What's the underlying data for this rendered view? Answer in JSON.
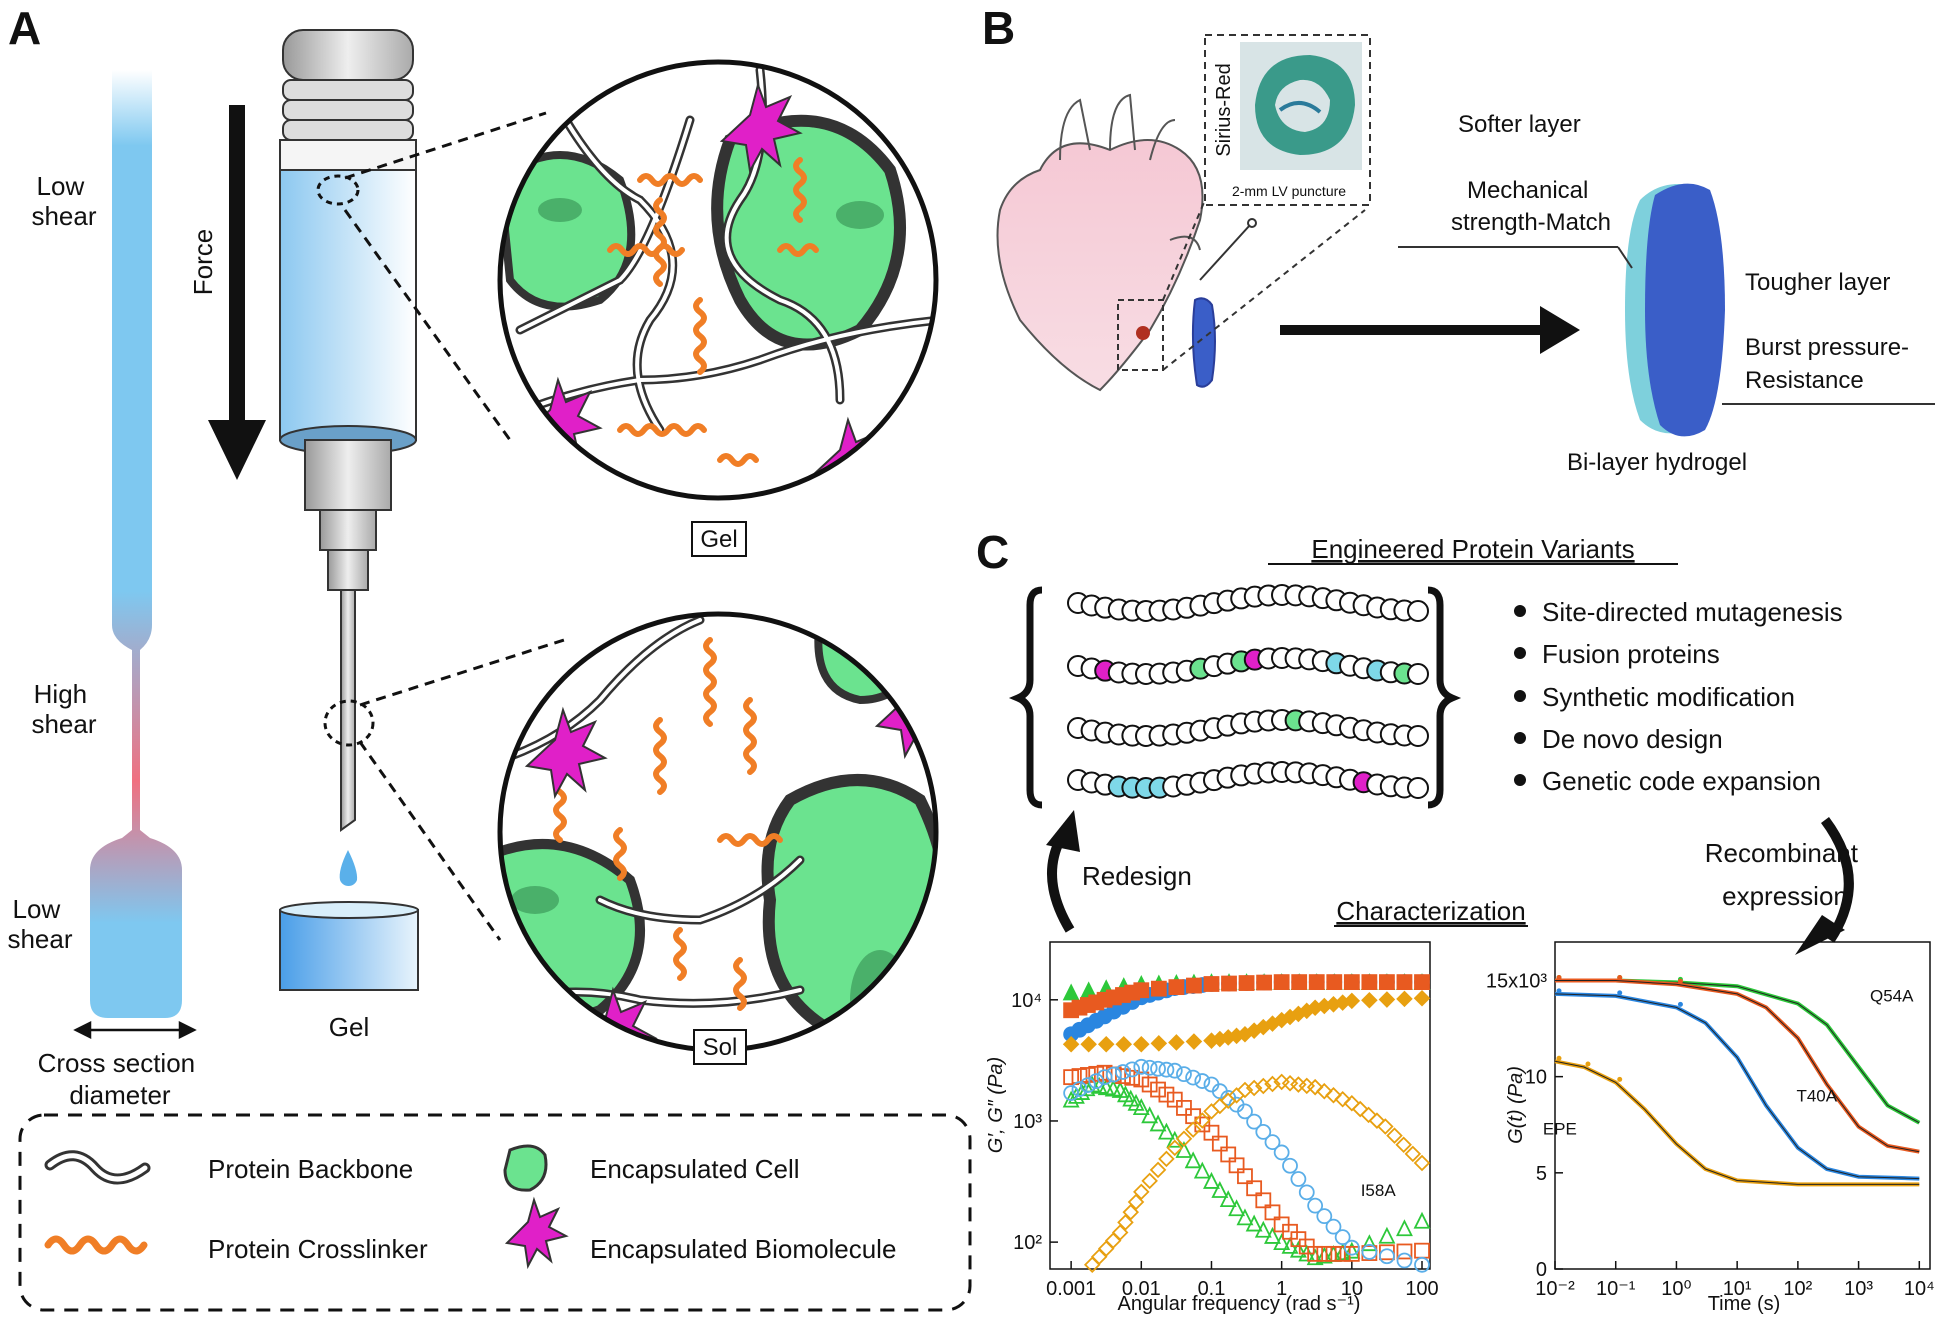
{
  "panels": {
    "a": "A",
    "b": "B",
    "c": "C"
  },
  "panel_a": {
    "tube": {
      "low_shear_top": [
        "Low",
        "shear"
      ],
      "high_shear": [
        "High",
        "shear"
      ],
      "low_shear_bottom": [
        "Low",
        "shear"
      ],
      "cross_section": [
        "Cross section",
        "diameter"
      ]
    },
    "force_label": "Force",
    "gel_label": "Gel",
    "zoom_top_label": "Gel",
    "zoom_bottom_label": "Sol"
  },
  "legend": {
    "backbone": "Protein Backbone",
    "crosslinker": "Protein Crosslinker",
    "cell": "Encapsulated Cell",
    "biomolecule": "Encapsulated Biomolecule"
  },
  "panel_b": {
    "stain": "Sirius-Red",
    "puncture": "2-mm LV puncture",
    "softer": "Softer layer",
    "mechanical": [
      "Mechanical",
      "strength-Match"
    ],
    "tougher": "Tougher layer",
    "burst": [
      "Burst pressure-",
      "Resistance"
    ],
    "bilayer": "Bi-layer hydrogel"
  },
  "panel_c": {
    "title": "Engineered Protein Variants",
    "bullets": [
      "Site-directed mutagenesis",
      "Fusion proteins",
      "Synthetic modification",
      "De novo design",
      "Genetic code expansion"
    ],
    "redesign": "Redesign",
    "recombinant": [
      "Recombinant",
      "expression"
    ],
    "characterization": "Characterization"
  },
  "colors": {
    "orange": "#f07e26",
    "green": "#6be38f",
    "magenta": "#e020c8",
    "blue": "#7ec8f0",
    "red": "#f07080",
    "dark": "#333333"
  },
  "chart_data": [
    {
      "type": "scatter",
      "xlabel": "Angular frequency (rad s⁻¹)",
      "ylabel": "G′, G″ (Pa)",
      "x_scale": "log",
      "y_scale": "log",
      "xlim": [
        0.0005,
        130
      ],
      "ylim": [
        60,
        30000
      ],
      "x_ticks": [
        "0.001",
        "0.01",
        "0.1",
        "1",
        "10",
        "100"
      ],
      "y_ticks": [
        "10²",
        "10³",
        "10⁴"
      ],
      "series": [
        {
          "color": "#2dc83a",
          "marker": "triangle",
          "filled": true,
          "x": [
            0.001,
            0.01,
            0.1,
            1,
            10,
            100
          ],
          "y": [
            11500,
            13500,
            14000,
            14000,
            14000,
            14000
          ]
        },
        {
          "color": "#2a86e0",
          "marker": "circle",
          "filled": true,
          "x": [
            0.001,
            0.003,
            0.01,
            0.03,
            0.1,
            1,
            10,
            100
          ],
          "y": [
            5200,
            7300,
            10500,
            12500,
            13500,
            14000,
            14000,
            14000
          ]
        },
        {
          "color": "#e85a20",
          "marker": "square",
          "filled": true,
          "x": [
            0.001,
            0.003,
            0.01,
            0.1,
            1,
            10,
            100
          ],
          "y": [
            8200,
            10000,
            12000,
            13500,
            14000,
            14000,
            14000
          ]
        },
        {
          "color": "#e8a010",
          "marker": "diamond",
          "filled": true,
          "x": [
            0.001,
            0.01,
            0.1,
            0.3,
            1,
            3,
            10,
            100
          ],
          "y": [
            4300,
            4300,
            4600,
            5200,
            6800,
            8600,
            9800,
            10300
          ]
        },
        {
          "color": "#2dc83a",
          "marker": "triangle",
          "filled": false,
          "x": [
            0.001,
            0.002,
            0.005,
            0.01,
            0.03,
            0.1,
            0.3,
            1,
            3,
            10,
            100
          ],
          "y": [
            1500,
            2000,
            1800,
            1300,
            700,
            320,
            160,
            100,
            75,
            85,
            150
          ]
        },
        {
          "color": "#e85a20",
          "marker": "square",
          "filled": false,
          "x": [
            0.001,
            0.003,
            0.01,
            0.03,
            0.1,
            0.3,
            1,
            3,
            10,
            100
          ],
          "y": [
            2300,
            2500,
            2200,
            1500,
            800,
            350,
            140,
            80,
            80,
            85
          ]
        },
        {
          "color": "#5aaee8",
          "marker": "circle",
          "filled": false,
          "x": [
            0.001,
            0.003,
            0.01,
            0.03,
            0.1,
            0.3,
            1,
            3,
            10,
            100
          ],
          "y": [
            1700,
            2300,
            2800,
            2600,
            2000,
            1200,
            550,
            200,
            90,
            65
          ]
        },
        {
          "color": "#e8a010",
          "marker": "diamond",
          "filled": false,
          "x": [
            0.002,
            0.005,
            0.01,
            0.03,
            0.1,
            0.3,
            1,
            3,
            10,
            30,
            100
          ],
          "y": [
            65,
            120,
            260,
            600,
            1200,
            1800,
            2100,
            1900,
            1400,
            900,
            450
          ]
        }
      ]
    },
    {
      "type": "line",
      "xlabel": "Time (s)",
      "ylabel": "G(t) (Pa)",
      "x_scale": "log",
      "xlim": [
        0.01,
        15000
      ],
      "ylim": [
        0,
        17000
      ],
      "x_ticks": [
        "10⁻²",
        "10⁻¹",
        "10⁰",
        "10¹",
        "10²",
        "10³",
        "10⁴"
      ],
      "y_ticks": [
        "0",
        "5",
        "10",
        "15x10³"
      ],
      "series": [
        {
          "name": "Q54A",
          "color": "#2dc83a",
          "x": [
            0.01,
            0.1,
            1,
            10,
            100,
            300,
            1000,
            3000,
            10000
          ],
          "y": [
            15000,
            15000,
            14900,
            14700,
            13800,
            12700,
            10500,
            8500,
            7600
          ]
        },
        {
          "name": "T40A",
          "color": "#e85a20",
          "x": [
            0.01,
            0.1,
            1,
            10,
            30,
            100,
            300,
            1000,
            3000,
            10000
          ],
          "y": [
            15000,
            15000,
            14800,
            14300,
            13600,
            12000,
            9600,
            7400,
            6400,
            6100
          ]
        },
        {
          "name": "EPE",
          "color": "#2a86e0",
          "x": [
            0.01,
            0.1,
            1,
            3,
            10,
            30,
            100,
            300,
            1000,
            10000
          ],
          "y": [
            14300,
            14200,
            13600,
            12800,
            11000,
            8500,
            6300,
            5200,
            4800,
            4700
          ]
        },
        {
          "name": "I58A",
          "color": "#e8a010",
          "x": [
            0.01,
            0.03,
            0.1,
            0.3,
            1,
            3,
            10,
            100,
            1000,
            10000
          ],
          "y": [
            10800,
            10500,
            9700,
            8300,
            6500,
            5200,
            4600,
            4400,
            4400,
            4400
          ]
        }
      ]
    }
  ]
}
